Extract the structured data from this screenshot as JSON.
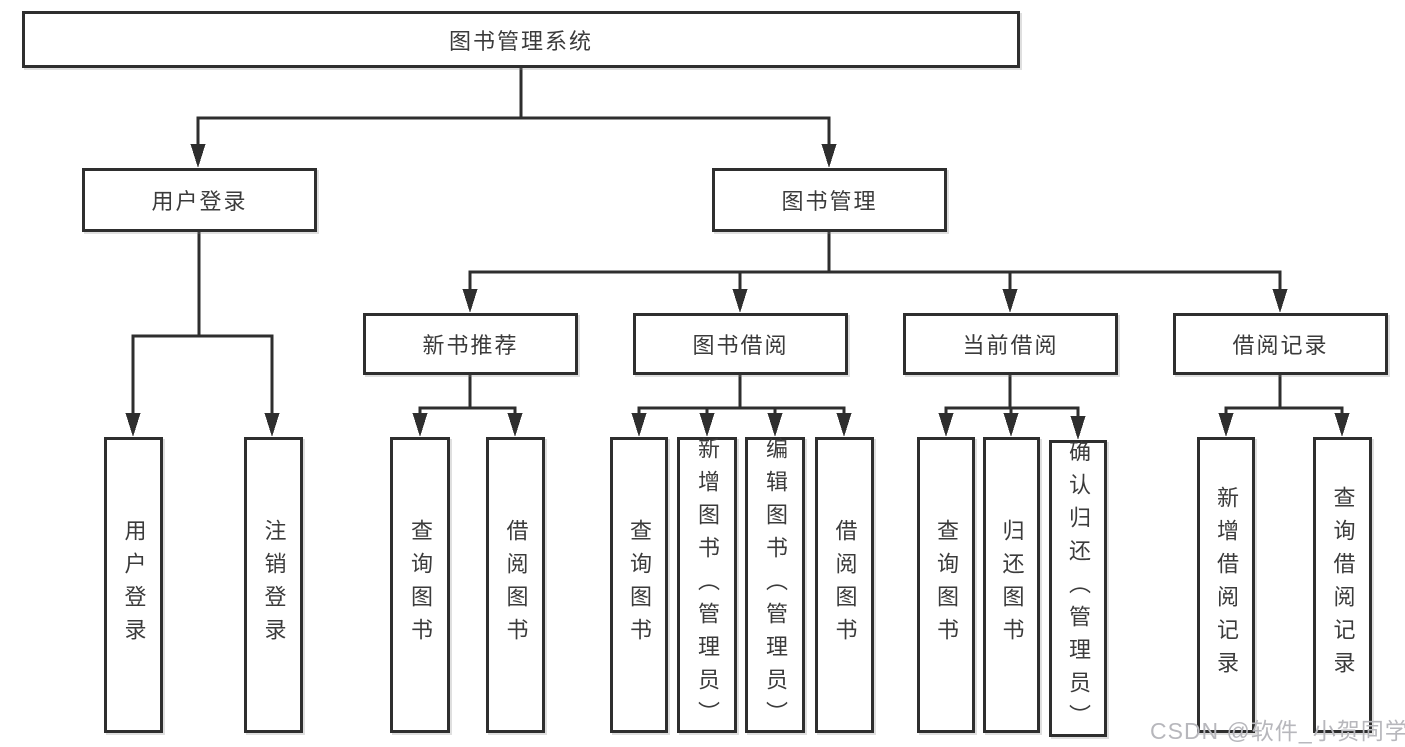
{
  "diagram": {
    "root": {
      "label": "图书管理系统"
    },
    "branches": [
      {
        "label": "用户登录",
        "children": [
          {
            "label": "用户登录"
          },
          {
            "label": "注销登录"
          }
        ]
      },
      {
        "label": "图书管理",
        "children": [
          {
            "label": "新书推荐",
            "children": [
              {
                "label": "查询图书"
              },
              {
                "label": "借阅图书"
              }
            ]
          },
          {
            "label": "图书借阅",
            "children": [
              {
                "label": "查询图书"
              },
              {
                "label": "新增图书（管理员）"
              },
              {
                "label": "编辑图书（管理员）"
              },
              {
                "label": "借阅图书"
              }
            ]
          },
          {
            "label": "当前借阅",
            "children": [
              {
                "label": "查询图书"
              },
              {
                "label": "归还图书"
              },
              {
                "label": "确认归还（管理员）"
              }
            ]
          },
          {
            "label": "借阅记录",
            "children": [
              {
                "label": "新增借阅记录"
              },
              {
                "label": "查询借阅记录"
              }
            ]
          }
        ]
      }
    ],
    "watermark": {
      "text": "CSDN @软件_小贺同学"
    },
    "colors": {
      "line": "#2e2e2e",
      "border": "#2e2e2e",
      "text": "#3b3b3b",
      "watermark": "#b7b7bc",
      "background": "#ffffff"
    }
  }
}
